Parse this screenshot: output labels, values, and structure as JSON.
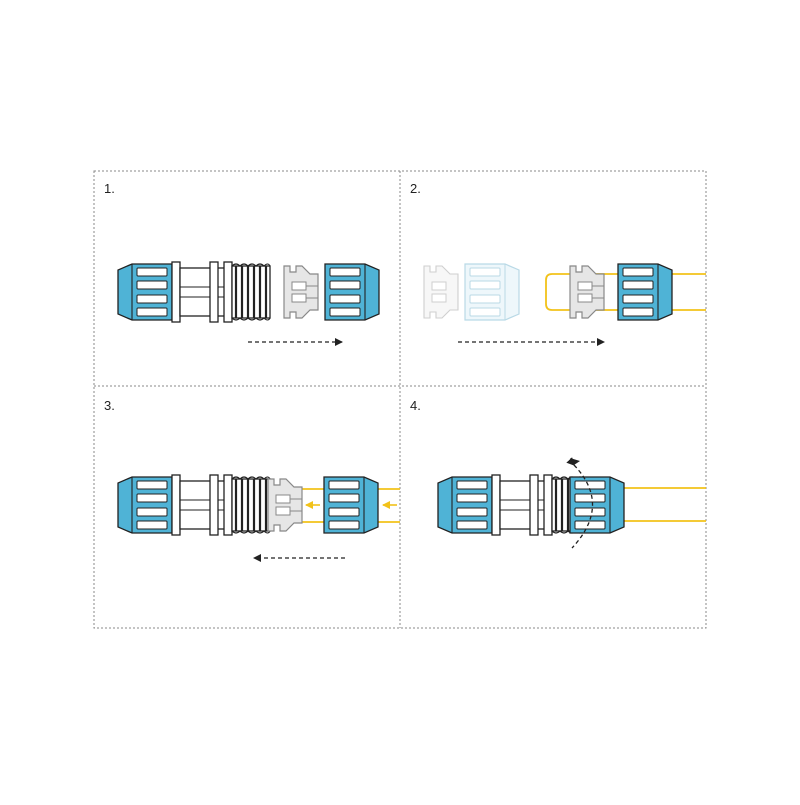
{
  "steps": [
    {
      "label": "1."
    },
    {
      "label": "2."
    },
    {
      "label": "3."
    },
    {
      "label": "4."
    }
  ],
  "colors": {
    "background": "#ffffff",
    "border": "#888888",
    "outline": "#222222",
    "nut_fill": "#4fb3d6",
    "nut_faded": "#c9e6f2",
    "ring_fill": "#d9d9d9",
    "ring_stroke": "#888888",
    "pipe": "#f2c21a",
    "arrow_pipe": "#f2c21a",
    "arrow_black": "#222222"
  },
  "icons": {
    "nut": "compression-nut-icon",
    "body": "threaded-body-icon",
    "ring": "clamp-ring-icon",
    "pipe": "pipe-icon"
  }
}
